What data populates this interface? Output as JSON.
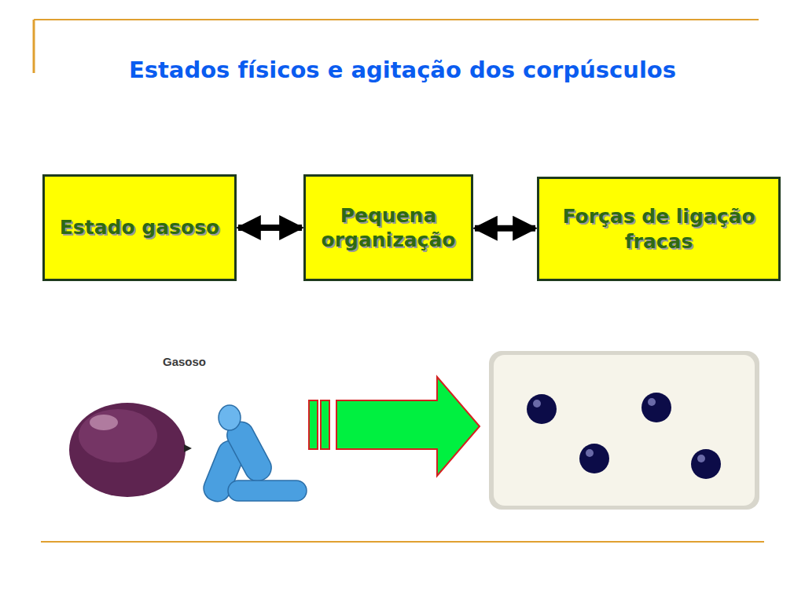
{
  "diagram": {
    "title": "Estados físicos e agitação dos corpúsculos",
    "nodes": [
      {
        "text": [
          "Estado gasoso"
        ]
      },
      {
        "text": [
          "Pequena organização"
        ]
      },
      {
        "text": [
          "Forças de ligação fracas"
        ]
      }
    ],
    "edges": [
      {
        "from": 0,
        "to": 1,
        "arrow": "both"
      },
      {
        "from": 1,
        "to": 2,
        "arrow": "both"
      }
    ],
    "labels": [
      "Gasoso"
    ]
  }
}
